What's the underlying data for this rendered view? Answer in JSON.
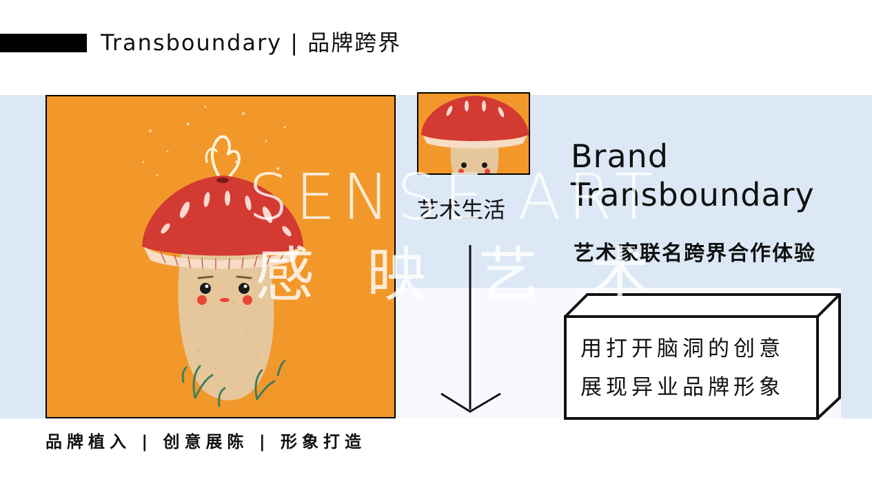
{
  "header": {
    "title": "Transboundary | 品牌跨界"
  },
  "thumbnail": {
    "caption": "艺术生活"
  },
  "brand": {
    "line1": "Brand",
    "line2": "Transboundary",
    "subtitle": "艺术家联名跨界合作体验"
  },
  "box": {
    "line1": "用打开脑洞的创意",
    "line2": "展现异业品牌形象"
  },
  "footer": {
    "text": "品牌植入 | 创意展陈 | 形象打造"
  },
  "watermark": {
    "en": "SENSE ART",
    "cn": "感映艺术"
  },
  "colors": {
    "accent_blue": "#dce8f5",
    "art_orange": "#f2982a",
    "mushroom_red": "#d33a32",
    "stem_beige": "#e6c79c",
    "text": "#111111"
  },
  "icons": [
    "mushroom-illustration",
    "down-arrow-icon",
    "3d-box-frame"
  ]
}
